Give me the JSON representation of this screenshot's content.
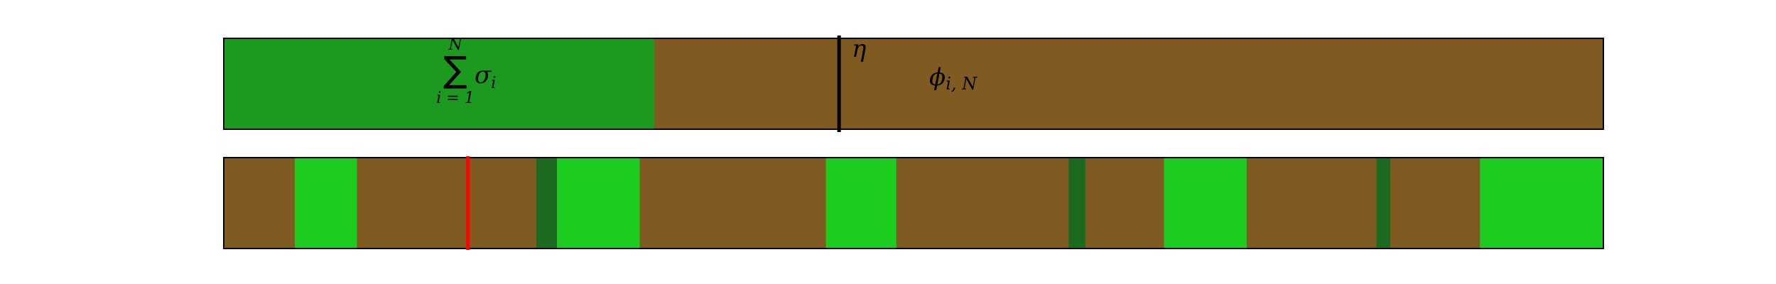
{
  "top_bar": {
    "colors": {
      "green": "#1b9a1f",
      "brown": "#7f5b21",
      "border": "#000000",
      "marker": "#000000"
    },
    "green_fraction": 0.312,
    "marker_fraction": 0.446,
    "labels": {
      "sum_symbol": "∑",
      "sum_upper": "N",
      "sum_lower": "i = 1",
      "sum_term": "σ",
      "sum_term_sub": "i",
      "eta": "η",
      "phi": "ϕ",
      "phi_sub": "i, N"
    }
  },
  "bottom_bar": {
    "colors": {
      "background": "#7f5b21",
      "bright_green": "#1ccc1f",
      "dark_green": "#1b6a1f",
      "border": "#000000",
      "marker": "#ff0000"
    },
    "bright_segments": [
      [
        0.0515,
        0.0965
      ],
      [
        0.2415,
        0.3015
      ],
      [
        0.4365,
        0.4875
      ],
      [
        0.6815,
        0.7415
      ],
      [
        0.9105,
        1.0
      ]
    ],
    "dark_segments": [
      [
        0.2265,
        0.2415
      ],
      [
        0.6125,
        0.6245
      ],
      [
        0.8355,
        0.8455
      ]
    ],
    "marker_fraction": 0.177
  }
}
